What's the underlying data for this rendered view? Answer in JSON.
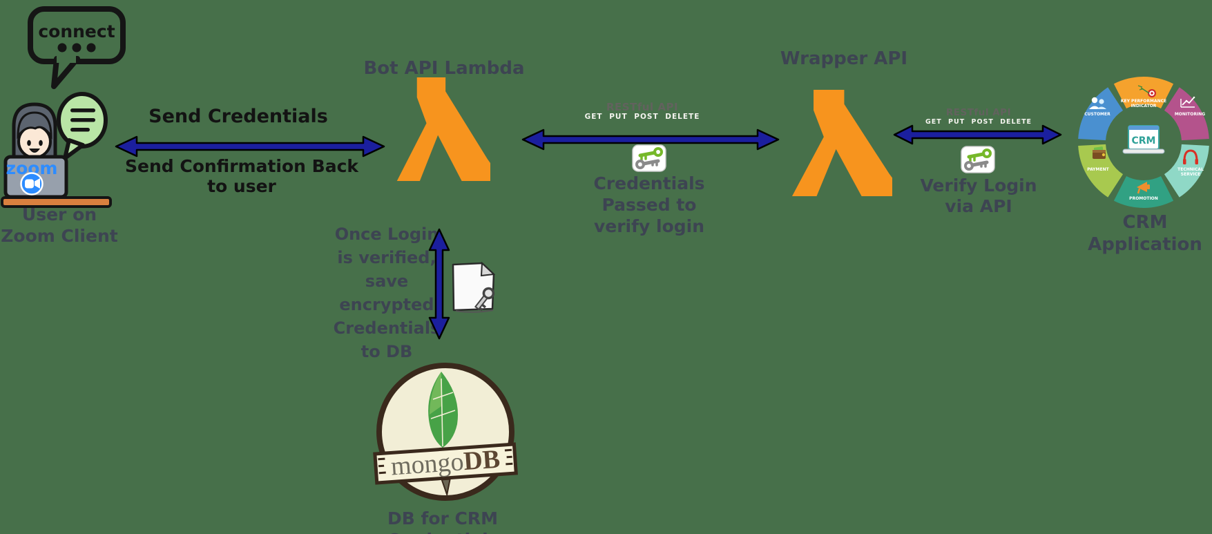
{
  "colors": {
    "background": "#47704a",
    "arrow_blue": "#1b1f9e",
    "arrow_outline": "#000000",
    "lambda_orange": "#f7941e",
    "label_dark": "#3d4452",
    "label_black": "#131313",
    "rest_api_gray": "#62625e",
    "methods_white": "#f4f4ef",
    "zoom_blue": "#2d8cff",
    "chat_bubble_green": "#b9e5a6",
    "desk_orange": "#d9803f",
    "mongo_cream": "#f2eed6",
    "mongo_border": "#3a291c",
    "mongo_leaf": "#47a247",
    "mongo_leaf_light": "#72b85a",
    "key_green": "#76b82a",
    "key_gray": "#8a8a8a"
  },
  "user_client": {
    "bubble_text": "connect",
    "zoom_label": "zoom",
    "caption_line1": "User on",
    "caption_line2": "Zoom Client"
  },
  "flow1": {
    "top_label": "Send Credentials",
    "bottom_line1": "Send Confirmation Back",
    "bottom_line2": "to user"
  },
  "bot_lambda": {
    "title": "Bot API Lambda"
  },
  "flow2": {
    "api_label": "RESTful API",
    "methods": "GET PUT POST DELETE",
    "caption_line1": "Credentials",
    "caption_line2": "Passed to",
    "caption_line3": "verify login"
  },
  "wrapper_lambda": {
    "title": "Wrapper API"
  },
  "flow3": {
    "api_label": "RESTful API",
    "methods": "GET PUT POST DELETE",
    "caption_line1": "Verify Login",
    "caption_line2": "via API"
  },
  "db_flow": {
    "caption_line1": "Once Login",
    "caption_line2": "is verified,",
    "caption_line3": "save",
    "caption_line4": "encrypted",
    "caption_line5": "Credentials",
    "caption_line6": "to DB"
  },
  "mongodb": {
    "logo_mongo": "mongo",
    "logo_db": "DB",
    "caption": "DB for CRM Credentials"
  },
  "crm": {
    "caption_line1": "CRM",
    "caption_line2": "Application",
    "screen_label": "CRM",
    "segments": [
      {
        "label_line1": "KEY PERFORMANCE",
        "label_line2": "INDICATOR",
        "color": "#f5a22d"
      },
      {
        "label_line1": "MONITORING",
        "label_line2": "",
        "color": "#b4538c"
      },
      {
        "label_line1": "TECHNICAL",
        "label_line2": "SERVICE",
        "color": "#8fd8c6"
      },
      {
        "label_line1": "PROMOTION",
        "label_line2": "",
        "color": "#31a183"
      },
      {
        "label_line1": "PAYMENT",
        "label_line2": "",
        "color": "#a8c94f"
      },
      {
        "label_line1": "CUSTOMER",
        "label_line2": "",
        "color": "#4a90d0"
      }
    ]
  }
}
